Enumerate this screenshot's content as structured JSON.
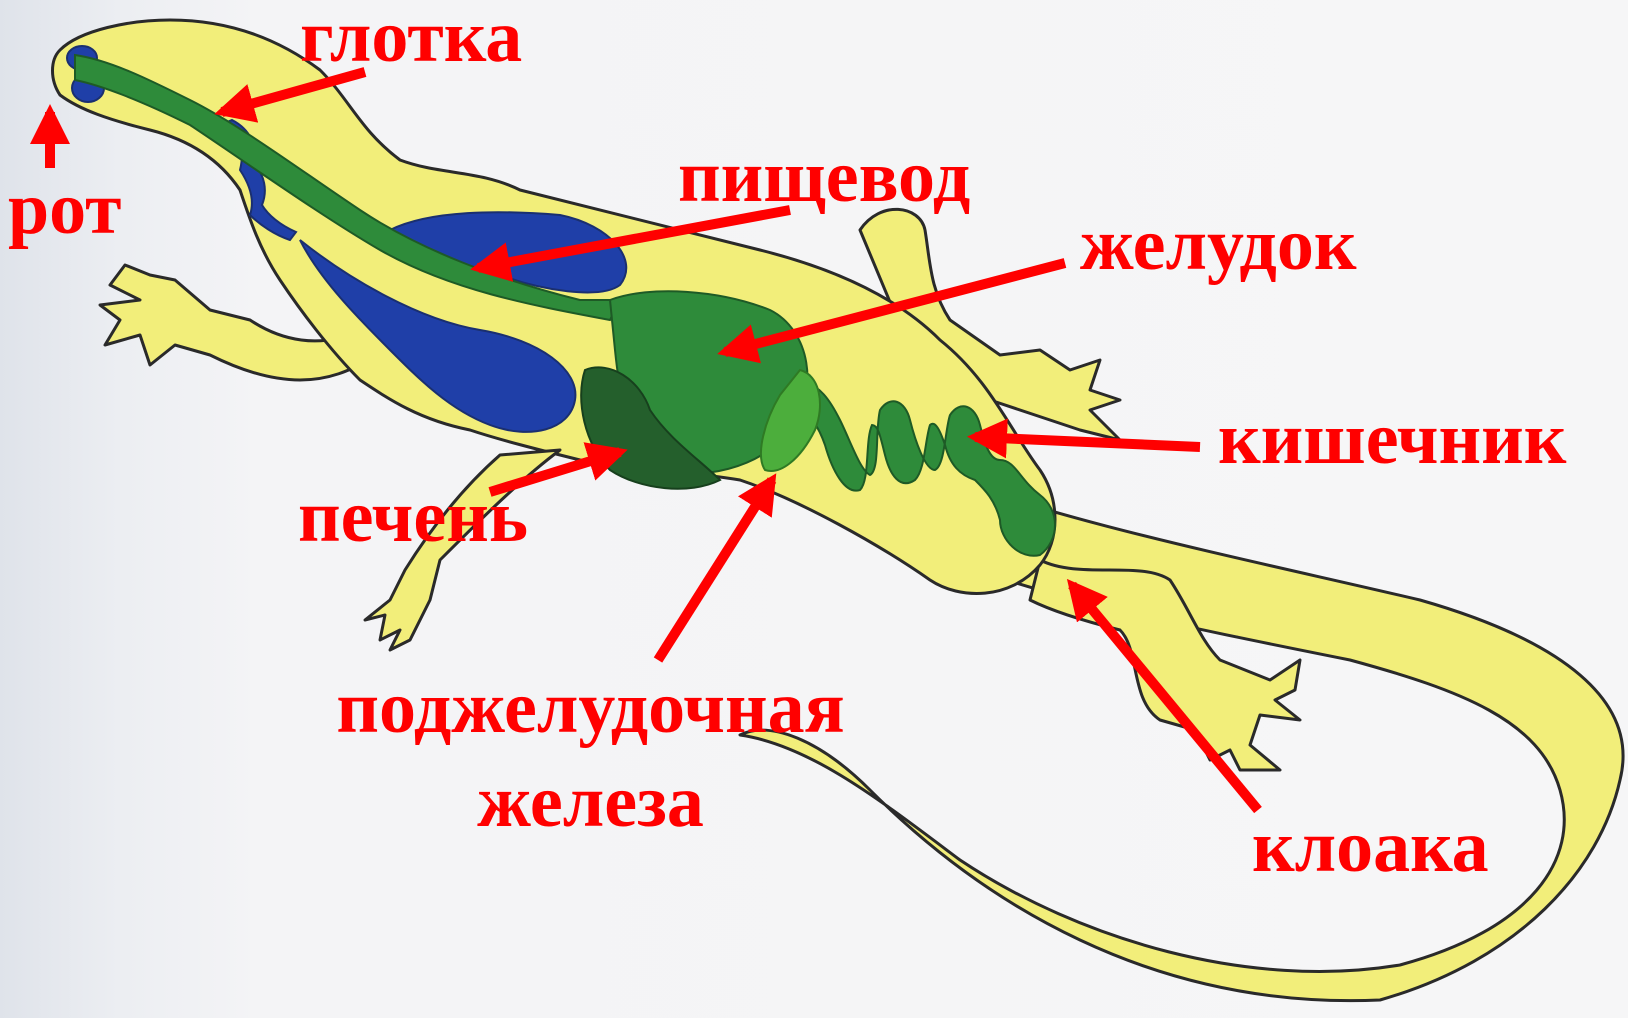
{
  "colors": {
    "body": "#f2ee7a",
    "outline": "#2a2a2a",
    "digestive_tract": "#2e8b3a",
    "lungs": "#1f3fa8",
    "liver": "#245f2c",
    "pancreas": "#4cae3c",
    "arrow": "#ff0000",
    "label": "#ff0000"
  },
  "labels": {
    "mouth": "рот",
    "pharynx": "глотка",
    "esophagus": "пищевод",
    "stomach": "желудок",
    "intestine": "кишечник",
    "liver": "печень",
    "pancreas_line1": "поджелудочная",
    "pancreas_line2": "железа",
    "cloaca": "клоака"
  }
}
